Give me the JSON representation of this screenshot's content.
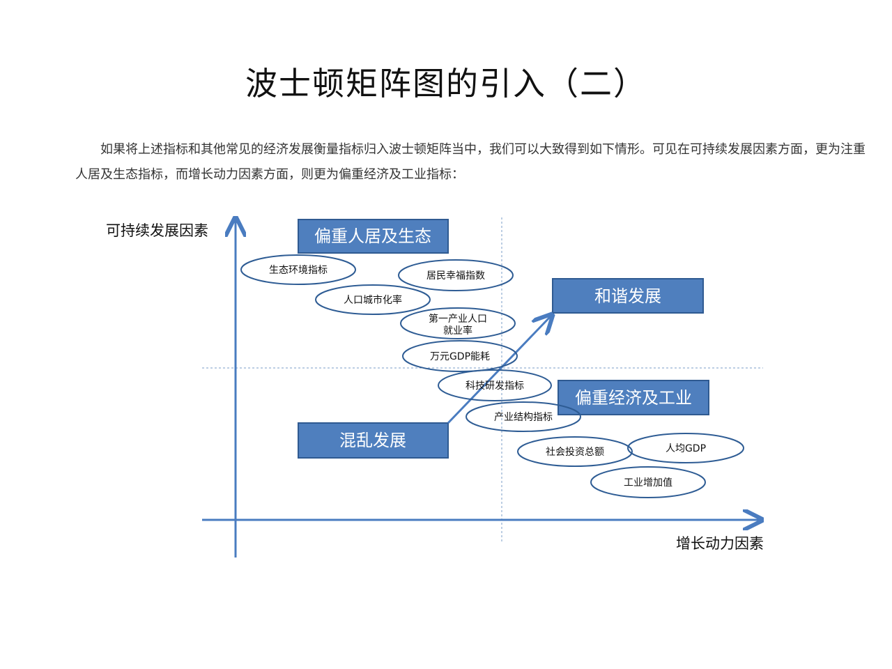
{
  "title": "波士顿矩阵图的引入（二）",
  "intro": "如果将上述指标和其他常见的经济发展衡量指标归入波士顿矩阵当中，我们可以大致得到如下情形。可见在可持续发展因素方面，更为注重人居及生态指标，而增长动力因素方面，则更为偏重经济及工业指标：",
  "axes": {
    "y_label": "可持续发展因素",
    "x_label": "增长动力因素"
  },
  "quadrants": {
    "top_left": "偏重人居及生态",
    "top_right": "和谐发展",
    "bottom_left": "混乱发展",
    "bottom_right": "偏重经济及工业"
  },
  "indicators": [
    {
      "line1": "生态环境指标",
      "line2": ""
    },
    {
      "line1": "居民幸福指数",
      "line2": ""
    },
    {
      "line1": "人口城市化率",
      "line2": ""
    },
    {
      "line1": "第一产业人口",
      "line2": "就业率"
    },
    {
      "line1": "万元GDP能耗",
      "line2": ""
    },
    {
      "line1": "科技研发指标",
      "line2": ""
    },
    {
      "line1": "产业结构指标",
      "line2": ""
    },
    {
      "line1": "社会投资总额",
      "line2": ""
    },
    {
      "line1": "人均GDP",
      "line2": ""
    },
    {
      "line1": "工业增加值",
      "line2": ""
    }
  ],
  "colors": {
    "box_fill": "#4f7fbe",
    "box_stroke": "#2f5a91",
    "axis": "#4a7cc0",
    "oval_stroke": "#2e5c94",
    "dashed": "#7a9cc7"
  }
}
